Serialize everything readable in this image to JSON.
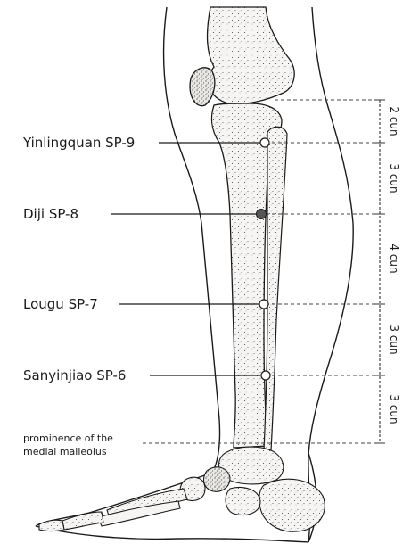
{
  "points": [
    {
      "label": "Yinlingquan SP-9",
      "marker": "open"
    },
    {
      "label": "Diji SP-8",
      "marker": "filled"
    },
    {
      "label": "Lougu SP-7",
      "marker": "open"
    },
    {
      "label": "Sanyinjiao SP-6",
      "marker": "open"
    }
  ],
  "measurements": [
    {
      "label": "2 cun"
    },
    {
      "label": "3 cun"
    },
    {
      "label": "4 cun"
    },
    {
      "label": "3 cun"
    },
    {
      "label": "3 cun"
    }
  ],
  "reference": {
    "line1": "prominence of the",
    "line2": "medial malleolus"
  },
  "colors": {
    "ink": "#1a1a1a",
    "bone_fill": "#f4f3f1",
    "stipple": "#3a3a3a",
    "filled_point": "#555555",
    "open_point": "#ffffff"
  }
}
